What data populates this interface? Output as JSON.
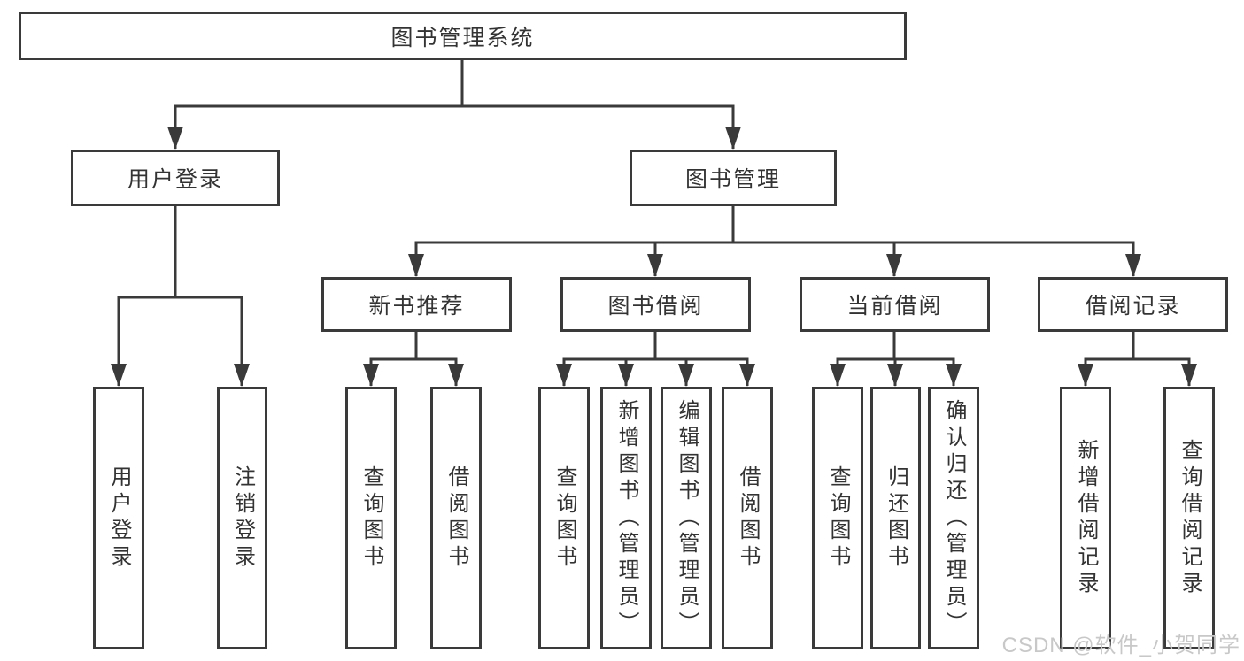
{
  "diagram": {
    "root": {
      "label": "图书管理系统"
    },
    "level2": [
      {
        "label": "用户登录"
      },
      {
        "label": "图书管理"
      }
    ],
    "level3": [
      {
        "label": "新书推荐"
      },
      {
        "label": "图书借阅"
      },
      {
        "label": "当前借阅"
      },
      {
        "label": "借阅记录"
      }
    ],
    "leaves": {
      "login": [
        {
          "label": "用户登录"
        },
        {
          "label": "注销登录"
        }
      ],
      "recommend": [
        {
          "label": "查询图书"
        },
        {
          "label": "借阅图书"
        }
      ],
      "borrow": [
        {
          "label": "查询图书"
        },
        {
          "label": "新增图书（管理员）"
        },
        {
          "label": "编辑图书（管理员）"
        },
        {
          "label": "借阅图书"
        }
      ],
      "current": [
        {
          "label": "查询图书"
        },
        {
          "label": "归还图书"
        },
        {
          "label": "确认归还（管理员）"
        }
      ],
      "records": [
        {
          "label": "新增借阅记录"
        },
        {
          "label": "查询借阅记录"
        }
      ]
    }
  },
  "watermark": {
    "text": "CSDN @软件_小贺同学"
  },
  "colors": {
    "line": "#3a3a3a",
    "box_border": "#3a3a3a",
    "text": "#333333",
    "watermark": "#c8c8c8",
    "background": "#ffffff"
  }
}
